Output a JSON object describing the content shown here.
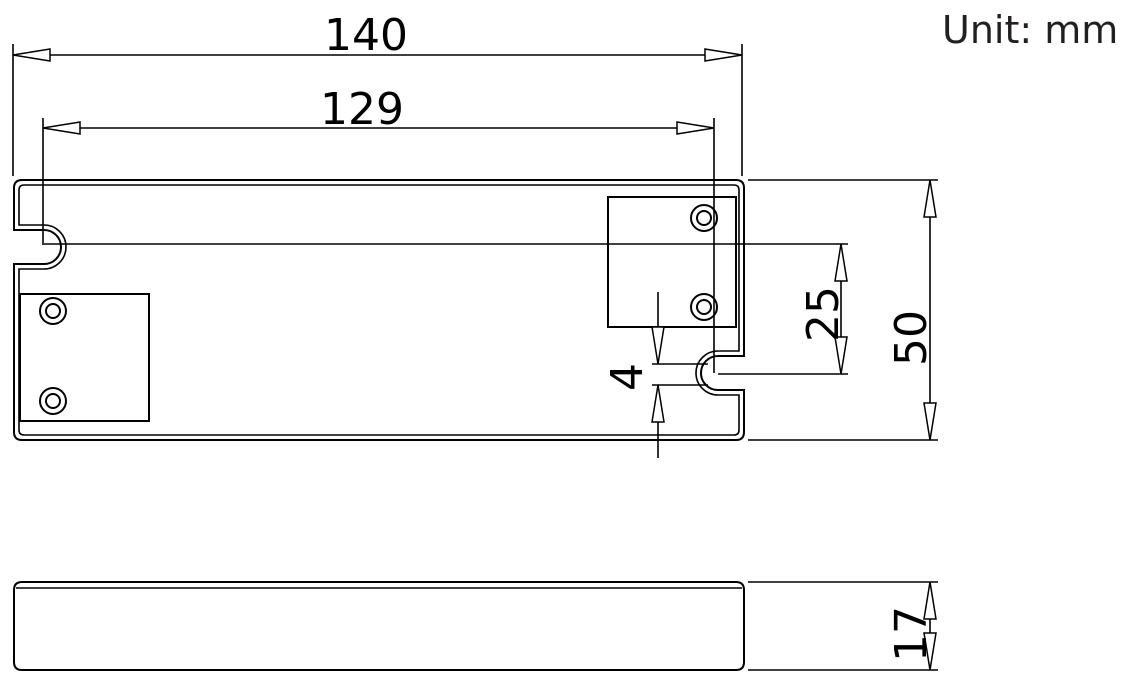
{
  "unit_label": "Unit: mm",
  "dimensions": {
    "overall_length": "140",
    "mounting_hole_pitch": "129",
    "slot_offset": "25",
    "overall_width": "50",
    "slot_width": "4",
    "height": "17"
  }
}
